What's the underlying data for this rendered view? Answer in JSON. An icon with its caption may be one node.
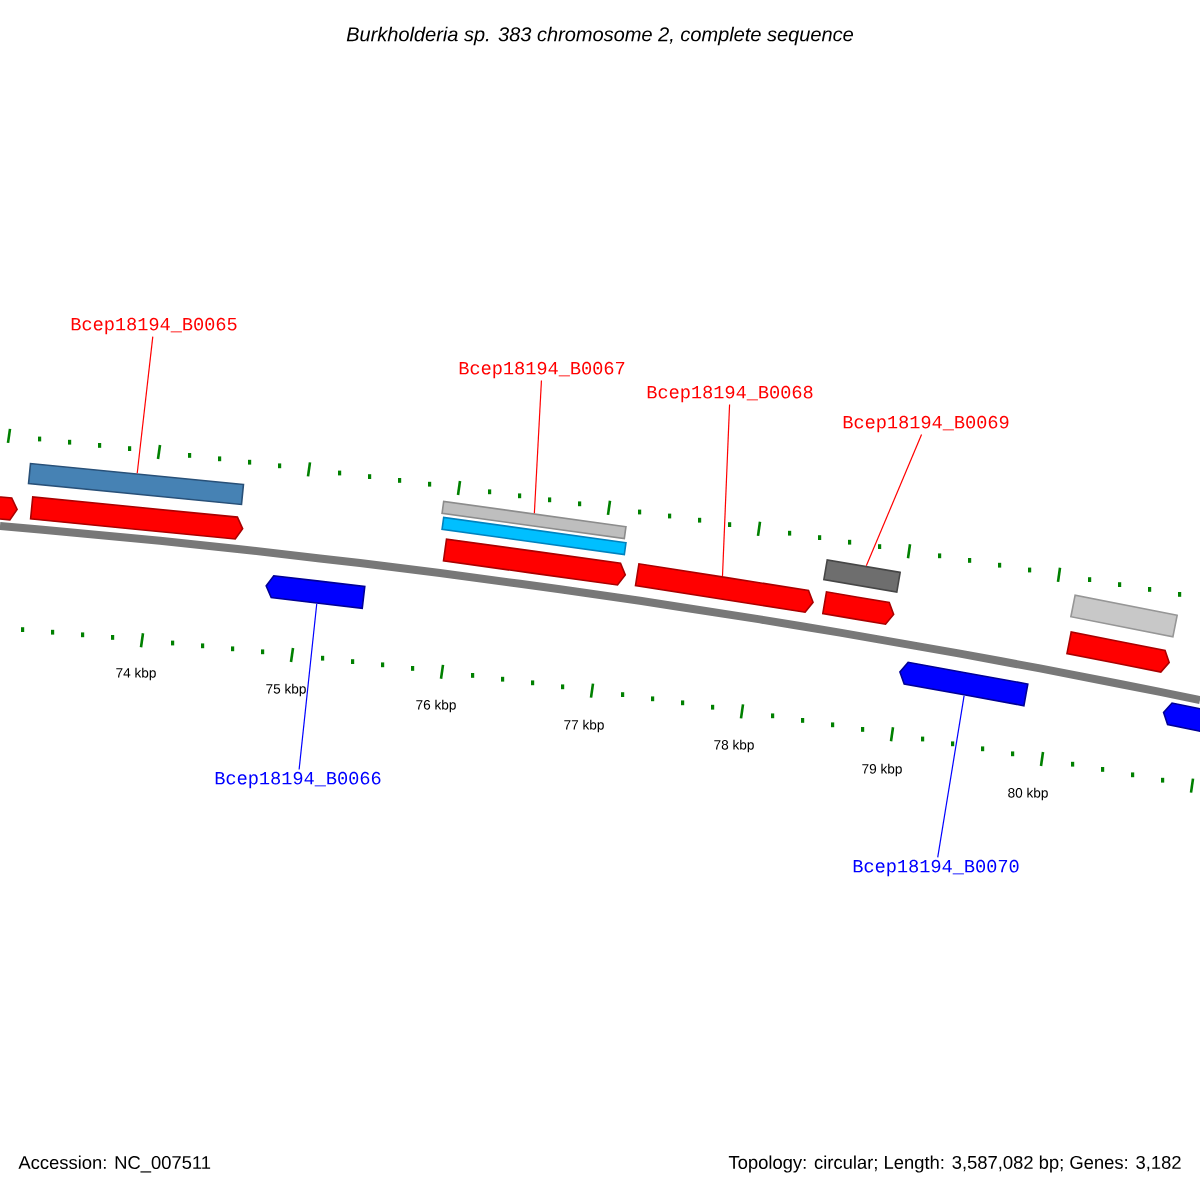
{
  "diagram": {
    "title": "Burkholderia sp. 383 chromosome 2, complete sequence",
    "nodes": [
      {
        "text": [
          "Bcep18194_B0065"
        ]
      },
      {
        "text": [
          "Bcep18194_B0067"
        ]
      },
      {
        "text": [
          "Bcep18194_B0068"
        ]
      },
      {
        "text": [
          "Bcep18194_B0069"
        ]
      },
      {
        "text": [
          "Bcep18194_B0066"
        ]
      },
      {
        "text": [
          "Bcep18194_B0070"
        ]
      },
      {
        "text": [],
        "shape": "bar"
      },
      {
        "text": [],
        "shape": "bar"
      },
      {
        "text": [],
        "shape": "bar"
      },
      {
        "text": [],
        "shape": "bar"
      },
      {
        "text": [],
        "shape": "bar"
      },
      {
        "text": [],
        "shape": "bar"
      },
      {
        "text": [],
        "shape": "bar"
      },
      {
        "text": [],
        "shape": "bar"
      },
      {
        "text": [],
        "shape": "bar"
      },
      {
        "text": [],
        "shape": "bar"
      },
      {
        "text": [],
        "shape": "bar"
      },
      {
        "text": [],
        "shape": "bar"
      },
      {
        "text": [],
        "shape": "bar"
      },
      {
        "text": [],
        "shape": "bar"
      }
    ],
    "edges": [
      {
        "from": 0,
        "to": 7,
        "arrow": "none"
      },
      {
        "from": 4,
        "to": 9,
        "arrow": "none",
        "color": "#0000ff"
      },
      {
        "from": 1,
        "to": 10,
        "arrow": "none"
      },
      {
        "from": 2,
        "to": 13,
        "arrow": "none"
      },
      {
        "from": 3,
        "to": 14,
        "arrow": "none"
      },
      {
        "from": 5,
        "to": 16,
        "arrow": "none",
        "color": "#0000ff"
      }
    ],
    "labels": [
      "74 kbp",
      "75 kbp",
      "76 kbp",
      "77 kbp",
      "78 kbp",
      "79 kbp",
      "80 kbp",
      "Accession: NC_007511",
      "Topology: circular; Length: 3,587,082 bp; Genes: 3,182"
    ]
  }
}
